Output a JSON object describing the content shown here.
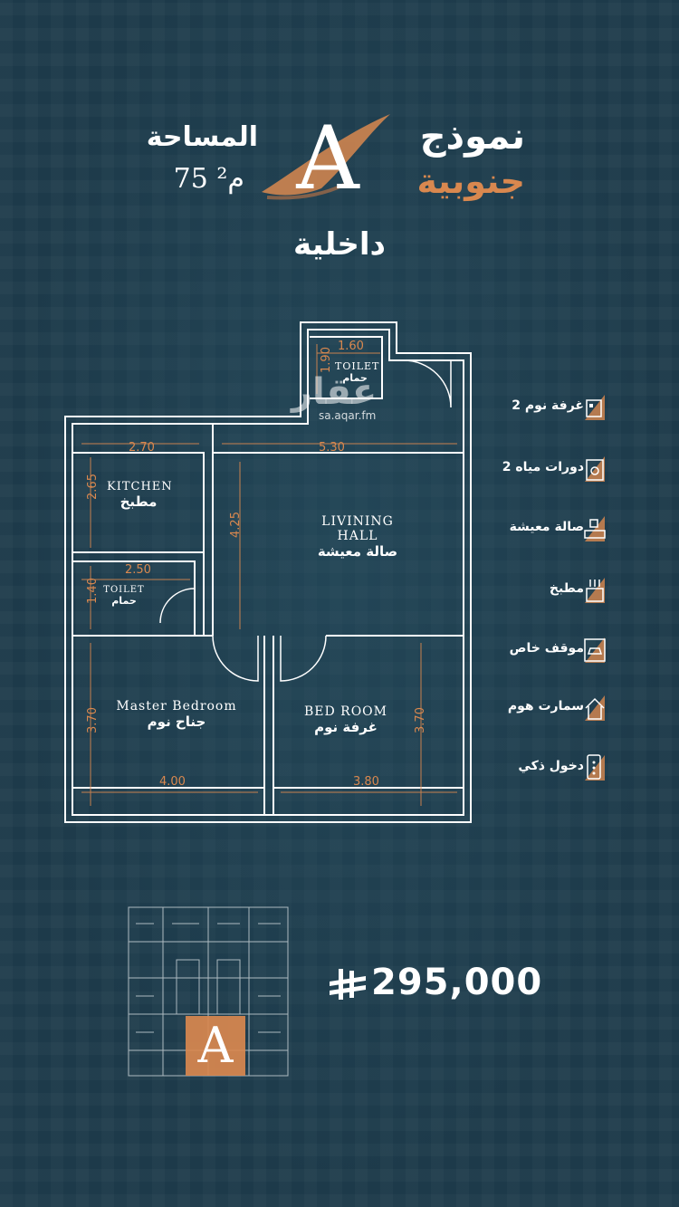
{
  "header": {
    "model_word": "نموذج",
    "model_letter": "A",
    "model_type": "جنوبية",
    "area_label": "المساحة",
    "area_value": "75 م²",
    "position_label": "داخلية"
  },
  "watermark": {
    "text": "عقار",
    "domain": "sa.aqar.fm"
  },
  "plan": {
    "rooms": [
      {
        "name_en": "TOILET",
        "name_ar": "حمام"
      },
      {
        "name_en": "KITCHEN",
        "name_ar": "مطبخ"
      },
      {
        "name_en": "LIVINING HALL",
        "name_ar": "صالة معيشة"
      },
      {
        "name_en": "TOILET",
        "name_ar": "حمام"
      },
      {
        "name_en": "Master Bedroom",
        "name_ar": "جناح نوم"
      },
      {
        "name_en": "BED ROOM",
        "name_ar": "غرفة نوم"
      }
    ],
    "dimensions": [
      "1.60",
      "1.90",
      "2.70",
      "5.30",
      "2.65",
      "4.25",
      "2.50",
      "1.40",
      "3.70",
      "3.70",
      "4.00",
      "3.80"
    ]
  },
  "features": [
    {
      "label": "2 غرفة نوم",
      "icon": "bedroom-icon"
    },
    {
      "label": "2 دورات مياه",
      "icon": "bathroom-icon"
    },
    {
      "label": "صالة معيشة",
      "icon": "living-room-icon"
    },
    {
      "label": "مطبخ",
      "icon": "kitchen-icon"
    },
    {
      "label": "موقف خاص",
      "icon": "parking-icon"
    },
    {
      "label": "سمارت هوم",
      "icon": "smart-home-icon"
    },
    {
      "label": "دخول ذكي",
      "icon": "smart-entry-icon"
    }
  ],
  "keyplan": {
    "highlight_letter": "A"
  },
  "price": {
    "value": "295,000",
    "currency_icon": "saudi-riyal-icon"
  },
  "colors": {
    "background": "#1d3a4a",
    "accent": "#d9884f",
    "text": "#ffffff"
  }
}
